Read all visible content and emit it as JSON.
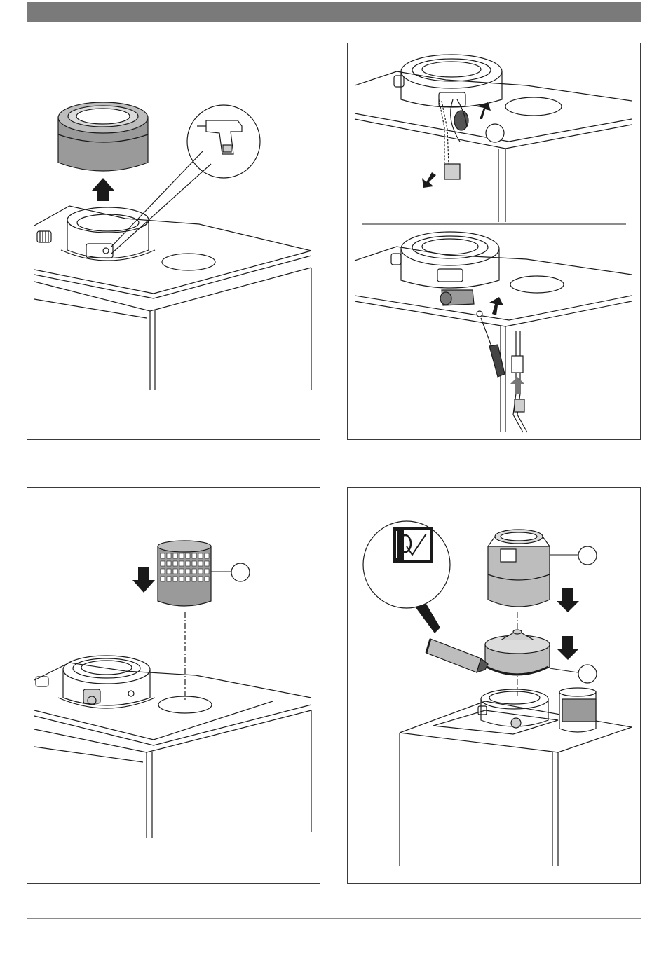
{
  "header": {
    "bar_color": "#7a7a7a"
  },
  "figures": [
    {
      "id": "fig-1",
      "content": "remove-adapter-and-drill"
    },
    {
      "id": "fig-2",
      "content": "remove-sensor-and-cable"
    },
    {
      "id": "fig-3",
      "content": "insert-mesh-cap"
    },
    {
      "id": "fig-4",
      "content": "lubricate-and-fit-adapter"
    }
  ],
  "callouts": {
    "fig2": "",
    "fig3": "",
    "fig4_top": "",
    "fig4_bottom": ""
  },
  "icons": {
    "arrow": "arrow-icon",
    "drill": "drill-icon",
    "screwdriver": "screwdriver-icon",
    "quality_check": "quality-check-icon",
    "lubricant_tube": "lubricant-tube-icon"
  },
  "colors": {
    "line": "#1a1a1a",
    "arrow": "#1a1a1a",
    "fill_gray": "#9a9a9a",
    "light_gray": "#cfcfcf"
  }
}
